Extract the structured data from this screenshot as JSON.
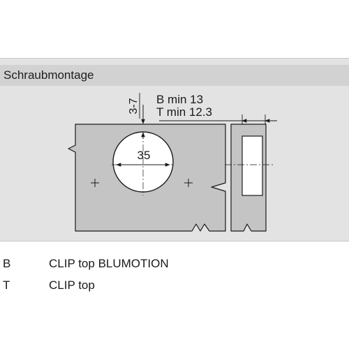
{
  "section": {
    "title": "Schraubmontage"
  },
  "drawing": {
    "bore_diameter": "35",
    "edge_distance": "3-7",
    "dim_b": "B min 13",
    "dim_t": "T min 12.3"
  },
  "legend": [
    {
      "key": "B",
      "text": "CLIP top BLUMOTION"
    },
    {
      "key": "T",
      "text": "CLIP top"
    }
  ],
  "colors": {
    "panel_fill": "#c4c4c4",
    "background": "#e3e3e3",
    "header": "#d2d2d2",
    "bore_fill": "#ffffff",
    "line": "#1a1a1a"
  }
}
